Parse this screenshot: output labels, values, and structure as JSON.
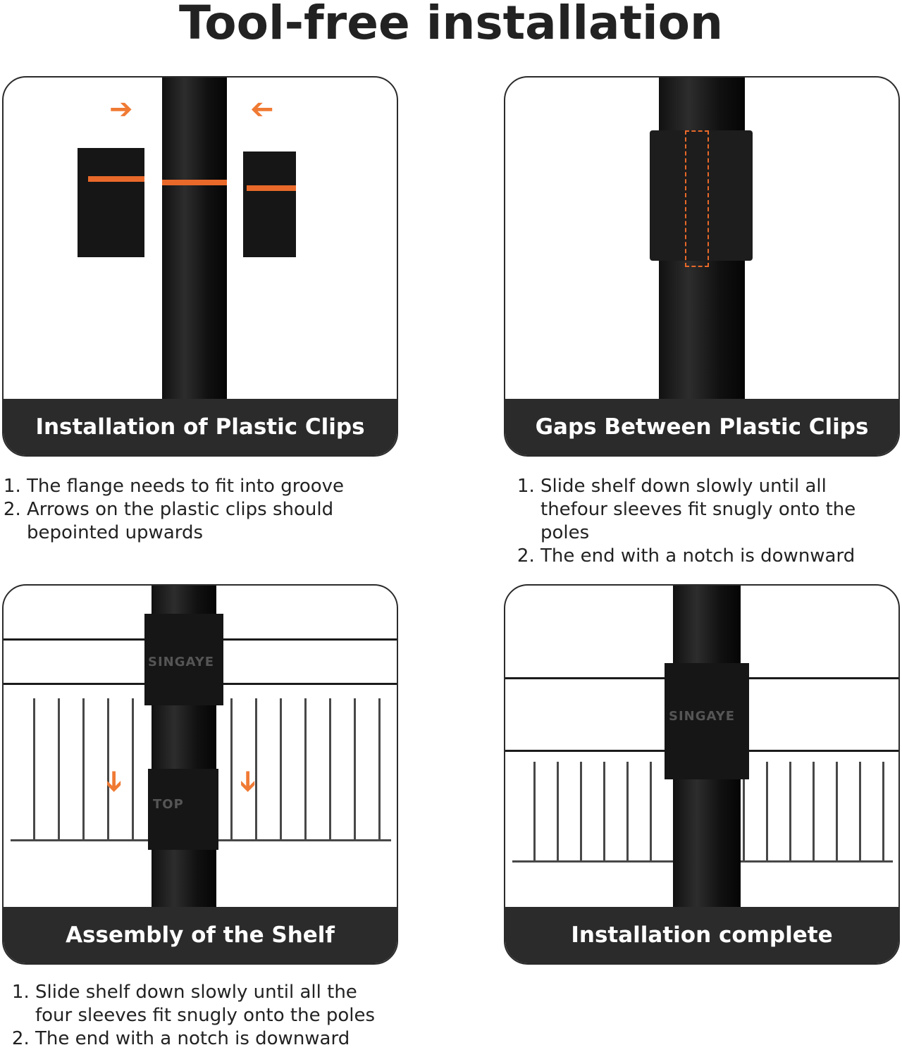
{
  "title": "Tool-free installation",
  "panels": [
    {
      "label": "Installation of Plastic Clips",
      "notes": [
        "The flange needs to fit into groove",
        "Arrows on the plastic clips should bepointed upwards"
      ]
    },
    {
      "label": "Gaps Between Plastic Clips",
      "notes": [
        "Slide shelf down slowly until all thefour sleeves fit snugly onto the poles",
        "The end with a notch is downward"
      ]
    },
    {
      "label": "Assembly of the Shelf",
      "notes": [
        "Slide shelf down slowly until all the four sleeves fit snugly onto the poles",
        "The end with a notch is downward"
      ]
    },
    {
      "label": "Installation complete"
    }
  ],
  "brand": "SINGAYE",
  "sleeve_mark": "TOP",
  "colors": {
    "accent": "#e8692a",
    "bar": "#2b2b2b"
  }
}
